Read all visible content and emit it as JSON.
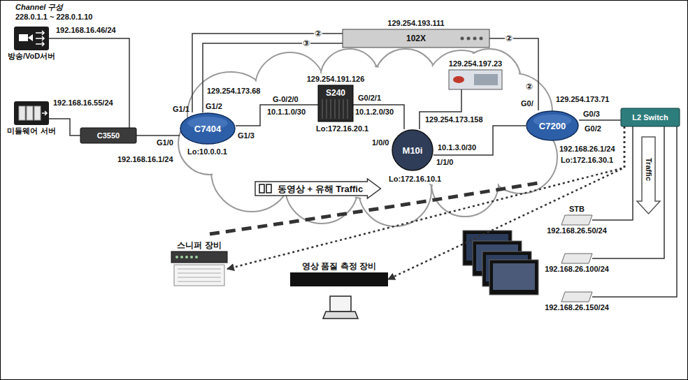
{
  "diagram": {
    "nodes": [
      {
        "text": [
          "방송/VoD서버"
        ]
      },
      {
        "text": [
          "미들웨어 서버"
        ]
      },
      {
        "text": [
          "C3550"
        ]
      },
      {
        "text": [
          "C7404"
        ]
      },
      {
        "text": [
          "129.254.191.126",
          "S240"
        ]
      },
      {
        "text": [
          "M10i"
        ]
      },
      {
        "text": [
          "129.254.197.23"
        ]
      },
      {
        "text": [
          "C7200"
        ]
      },
      {
        "text": [
          "L2 Switch"
        ]
      },
      {
        "text": [
          "129.254.193.111",
          "102X"
        ]
      },
      {
        "text": [
          "스니퍼 장비"
        ]
      },
      {
        "text": [
          "영상 품질 측정 장비"
        ]
      },
      {
        "text": [
          "STB",
          "192.168.26.50/24"
        ]
      },
      {
        "text": [
          "192.168.26.100/24"
        ]
      },
      {
        "text": [
          "192.168.26.150/24"
        ]
      },
      {
        "text": [
          "동영상 + 유해 Traffic"
        ]
      }
    ],
    "edges": [
      {
        "from": 0,
        "to": 2,
        "arrow": "none"
      },
      {
        "from": 1,
        "to": 2,
        "arrow": "none"
      },
      {
        "from": 2,
        "to": 3,
        "arrow": "none"
      },
      {
        "from": 3,
        "to": 9,
        "label": "②",
        "arrow": "none"
      },
      {
        "from": 3,
        "to": 9,
        "label": "③",
        "arrow": "none"
      },
      {
        "from": 9,
        "to": 7,
        "label": "②",
        "arrow": "none"
      },
      {
        "from": 3,
        "to": 4,
        "arrow": "none"
      },
      {
        "from": 4,
        "to": 5,
        "arrow": "none"
      },
      {
        "from": 6,
        "to": 5,
        "arrow": "none"
      },
      {
        "from": 5,
        "to": 7,
        "arrow": "none"
      },
      {
        "from": 7,
        "to": 8,
        "arrow": "none"
      },
      {
        "from": 8,
        "to": 12,
        "arrow": "none"
      },
      {
        "from": 8,
        "to": 13,
        "arrow": "none"
      },
      {
        "from": 8,
        "to": 14,
        "arrow": "none"
      },
      {
        "from": 8,
        "to": 10,
        "arrow": "to"
      },
      {
        "from": 8,
        "to": 11,
        "arrow": "to"
      }
    ],
    "labels": [
      "Channel 구성",
      "228.0.1.1 ~ 228.0.1.10",
      "192.168.16.46/24",
      "192.168.16.55/24",
      "129.254.173.68",
      "G1/1",
      "G1/2",
      "G1/0",
      "G1/3",
      "192.168.16.1/24",
      "Lo:10.0.0.1",
      "G-0/2/0",
      "10.1.1.0/30",
      "Lo:172.16.20.1",
      "G0/2/1",
      "10.1.2.0/30",
      "129.254.173.158",
      "1/0/0",
      "1/1/0",
      "10.1.3.0/30",
      "Lo:172.16.10.1",
      "129.254.173.71",
      "G0/",
      "②",
      "G0/3",
      "G0/2",
      "192.168.26.1/24",
      "Lo:172.16.30.1",
      "Traffic"
    ]
  }
}
